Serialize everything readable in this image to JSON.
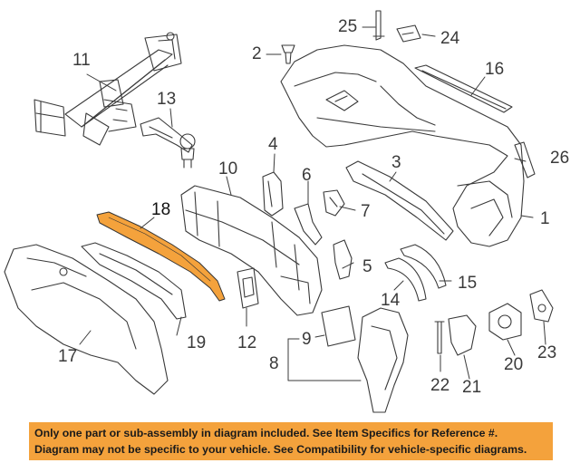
{
  "diagram": {
    "highlight_color": "#f4a23c",
    "highlighted_part": "18",
    "callouts": [
      "1",
      "2",
      "3",
      "4",
      "5",
      "6",
      "7",
      "8",
      "9",
      "10",
      "11",
      "12",
      "13",
      "14",
      "15",
      "16",
      "17",
      "18",
      "19",
      "20",
      "21",
      "22",
      "23",
      "24",
      "25",
      "26"
    ]
  },
  "footer": {
    "line1": "Only one part or sub-assembly in diagram included. See Item Specifics for Reference #.",
    "line2": "Diagram may not be specific to your vehicle. See Compatibility for vehicle-specific diagrams.",
    "background": "#f4a23c"
  }
}
